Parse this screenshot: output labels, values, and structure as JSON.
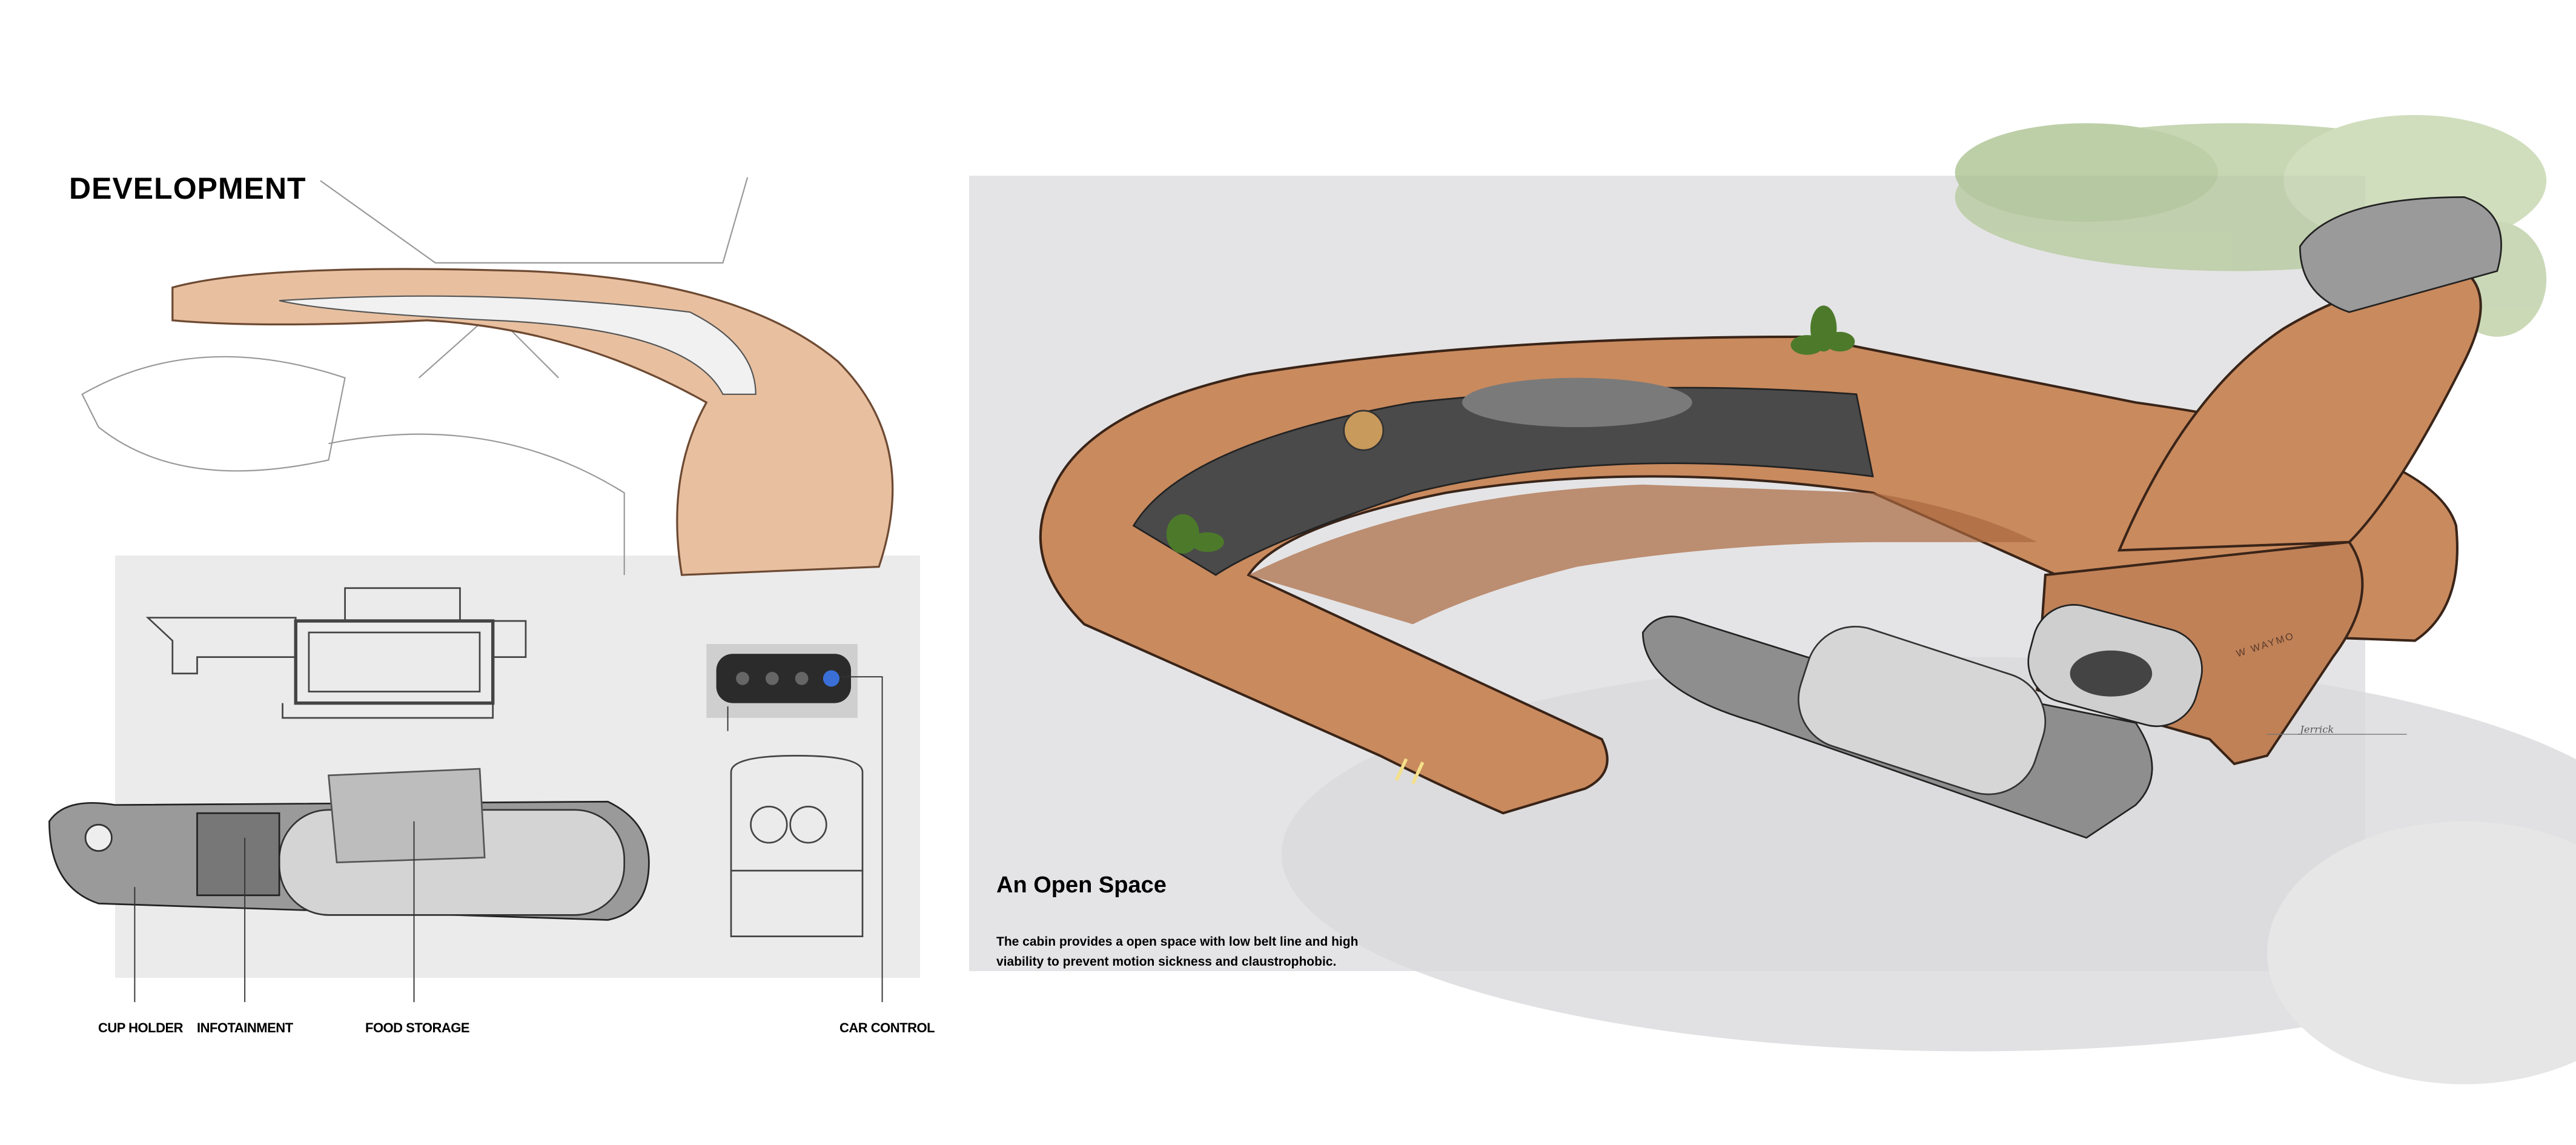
{
  "heading": "DEVELOPMENT",
  "labels": {
    "cup_holder": "CUP HOLDER",
    "infotainment": "INFOTAINMENT",
    "food_storage": "FOOD STORAGE",
    "car_control": "CAR CONTROL"
  },
  "feature": {
    "title": "An Open Space",
    "body": "The cabin provides a open space with low belt line and high viability to prevent motion sickness and claustrophobic."
  },
  "logo": "WAYMO",
  "signature": "Jerrick",
  "colors": {
    "wood": "#c98a5e",
    "wood_dark": "#8a5434",
    "panel": "#e4e4e6",
    "fabric": "#c8c8c8",
    "leaf": "#9cba7a"
  }
}
